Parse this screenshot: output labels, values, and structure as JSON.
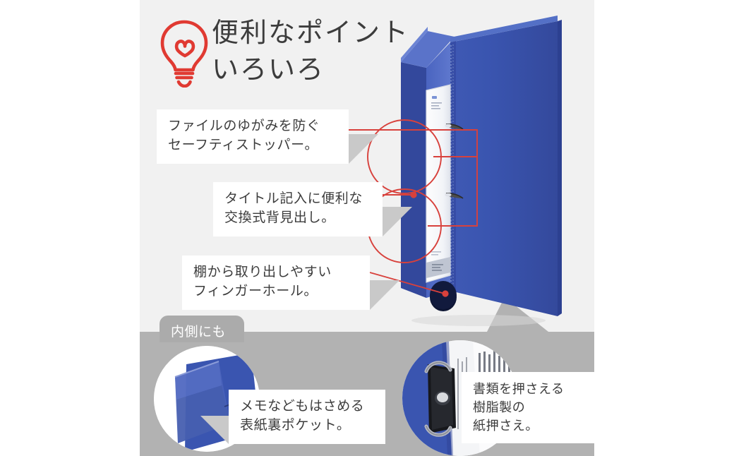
{
  "headline": {
    "text": "便利なポイント\nいろいろ",
    "icon": "lightbulb-icon",
    "icon_color": "#e03a32",
    "text_color": "#3c3c3c"
  },
  "colors": {
    "background": "#ffffff",
    "panel": "#f1f1f1",
    "band": "#b2b2b2",
    "tab": "#ababab",
    "binder_blue": "#3a55b0",
    "binder_blue_dark": "#2f479a",
    "binder_blue_light": "#4a65c2",
    "annotation_red": "#d8413c",
    "callout_bg": "#ffffff",
    "callout_fold": "#c9c9c9",
    "text": "#3c3c3c"
  },
  "callouts": [
    {
      "id": "safety-stopper",
      "text": "ファイルのゆがみを防ぐ\nセーフティストッパー。"
    },
    {
      "id": "spine-label",
      "text": "タイトル記入に便利な\n交換式背見出し。"
    },
    {
      "id": "finger-hole",
      "text": "棚から取り出しやすい\nフィンガーホール。"
    },
    {
      "id": "inner-pocket",
      "text": "メモなどもはさめる\n表紙裏ポケット。"
    },
    {
      "id": "paper-clamp",
      "text": "書類を押さえる\n樹脂製の\n紙押さえ。"
    }
  ],
  "section_tab": {
    "label": "内側にも"
  },
  "insets": [
    {
      "id": "inner-pocket-photo",
      "alt": "表紙裏ポケット"
    },
    {
      "id": "paper-clamp-photo",
      "alt": "樹脂製の紙押さえ"
    }
  ],
  "product": {
    "alt": "青のリングファイル"
  }
}
